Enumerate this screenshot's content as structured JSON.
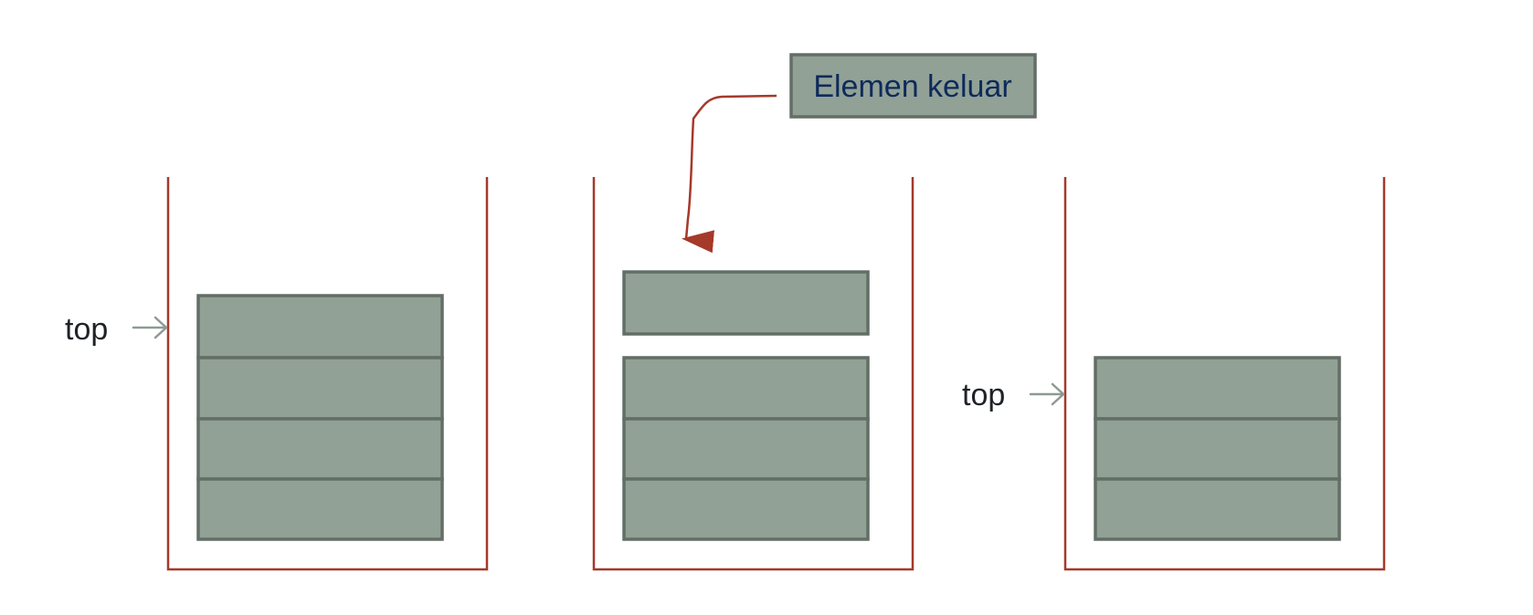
{
  "diagram": {
    "pointer_label": "top",
    "callout_text": "Elemen keluar",
    "stacks": [
      {
        "name": "before-pop",
        "elements_in_stack": 4,
        "top_pointer": true
      },
      {
        "name": "during-pop",
        "elements_in_stack": 3,
        "popped_elements": 1,
        "top_pointer": false
      },
      {
        "name": "after-pop",
        "elements_in_stack": 3,
        "top_pointer": true
      }
    ],
    "colors": {
      "element_fill": "#91a195",
      "element_border": "#626e66",
      "container": "#a5392a",
      "pop_arrow": "#a5392a",
      "top_arrow": "#8e9a92",
      "callout_text": "#0e2a5c",
      "label_text": "#1f2328"
    }
  }
}
